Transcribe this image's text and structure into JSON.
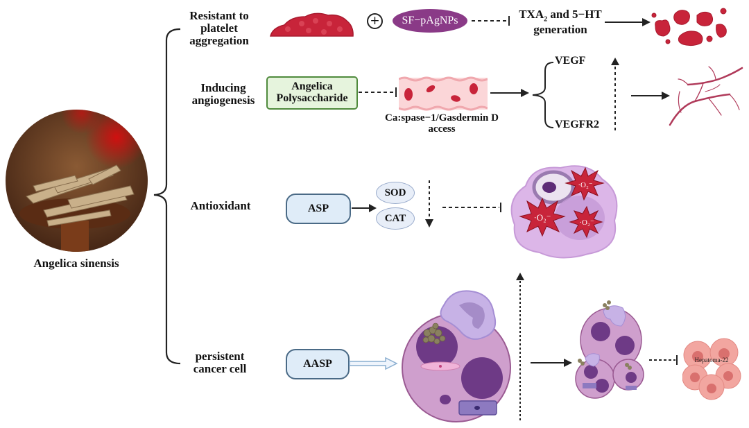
{
  "source": {
    "label": "Angelica sinensis",
    "image": "dried-angelica-root-slices-photo"
  },
  "categories": [
    {
      "id": "platelet",
      "label_lines": [
        "Resistant to",
        "platelet",
        "aggregation"
      ],
      "agent": "SF−pAgNPs",
      "combine_symbol": "+",
      "target_main": "TXA",
      "target_sub": "2",
      "target_rest": " and 5−HT",
      "target_line2": "generation"
    },
    {
      "id": "angiogenesis",
      "label_lines": [
        "Inducing",
        "angiogenesis"
      ],
      "agent_lines": [
        "Angelica",
        "Polysaccharide"
      ],
      "vessel_caption_lines": [
        "Ca:spase−1/Gasdermin D",
        "access"
      ],
      "factors": [
        "VEGF",
        "VEGFR2"
      ]
    },
    {
      "id": "antioxidant",
      "label": "Antioxidant",
      "agent": "ASP",
      "enzymes": [
        "SOD",
        "CAT"
      ],
      "radical_label": "O₂⁻"
    },
    {
      "id": "cancer",
      "label_lines": [
        "persistent",
        "cancer cell"
      ],
      "agent": "AASP",
      "tumor_label": "Hepatoma-22"
    }
  ],
  "colors": {
    "platelet_red": "#c8243a",
    "agent_purple": "#8a3a87",
    "green_box_fill": "#e6f4dd",
    "green_box_border": "#4f8a3c",
    "blue_pill_fill": "#dfecf8",
    "blue_pill_border": "#4a6a86",
    "cell_pink": "#d9b3e6",
    "cancer_cell": "#c99bcc",
    "nucleus": "#6a3e87",
    "hepatoma": "#f0a09a"
  }
}
